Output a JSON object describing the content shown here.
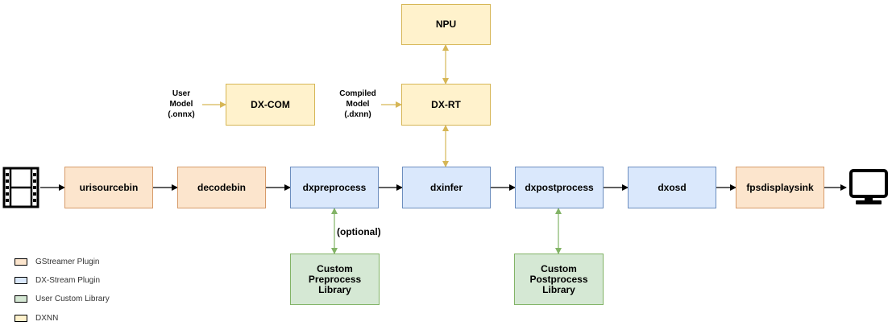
{
  "nodes": {
    "urisourcebin": "urisourcebin",
    "decodebin": "decodebin",
    "dxpreprocess": "dxpreprocess",
    "dxinfer": "dxinfer",
    "dxpostprocess": "dxpostprocess",
    "dxosd": "dxosd",
    "fpsdisplaysink": "fpsdisplaysink",
    "dx_com": "DX-COM",
    "dx_rt": "DX-RT",
    "npu": "NPU",
    "custom_pre": "Custom\nPreprocess\nLibrary",
    "custom_post": "Custom\nPostprocess\nLibrary"
  },
  "labels": {
    "user_model": "User\nModel\n(.onnx)",
    "compiled_model": "Compiled\nModel\n(.dxnn)",
    "optional": "(optional)"
  },
  "legend": [
    {
      "label": "GStreamer Plugin",
      "color": "#fce5cd",
      "border": "#d79b6a"
    },
    {
      "label": "DX-Stream Plugin",
      "color": "#dae8fc",
      "border": "#6c8ebf"
    },
    {
      "label": "User Custom Library",
      "color": "#d5e8d4",
      "border": "#82b366"
    },
    {
      "label": "DXNN",
      "color": "#fff2cc",
      "border": "#d6b656"
    }
  ],
  "icons": {
    "input": "film-strip-icon",
    "output": "monitor-icon"
  },
  "colors": {
    "gstreamer": "#fce5cd",
    "dx_stream": "#dae8fc",
    "user_custom": "#d5e8d4",
    "dxnn": "#fff2cc",
    "dxnn_arrow": "#d6b656",
    "custom_arrow": "#82b366"
  }
}
